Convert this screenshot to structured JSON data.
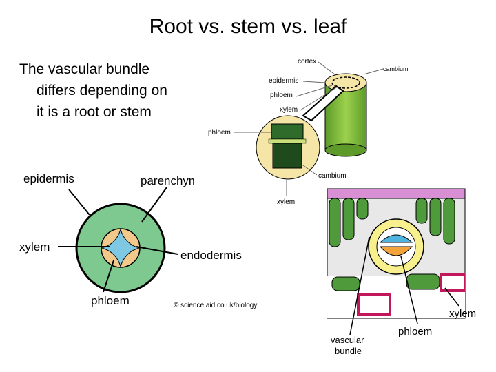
{
  "slide": {
    "title": "Root vs. stem vs. leaf",
    "body_lines": [
      "The vascular bundle",
      "differs depending on",
      "it is a root or stem"
    ]
  },
  "root_diagram": {
    "labels": {
      "epidermis": "epidermis",
      "parenchyma": "parenchyma",
      "xylem": "xylem",
      "endodermis": "endodermis",
      "phloem": "phloem"
    },
    "credit": "© science aid.co.uk/biology",
    "colors": {
      "cortex": "#7ec98f",
      "xylem": "#7ec8e3",
      "phloem": "#f3c98b"
    }
  },
  "stem_diagram": {
    "labels": {
      "cortex": "cortex",
      "cambium_top": "cambium",
      "epidermis": "epidermis",
      "phloem_top": "phloem",
      "xylem_top": "xylem",
      "phloem_left": "phloem",
      "cambium_bottom": "cambium",
      "xylem_bottom": "xylem"
    },
    "colors": {
      "stem": "#8cc63f",
      "ground": "#f5e6a8",
      "phloem": "#2f6b2a"
    }
  },
  "leaf_diagram": {
    "labels": {
      "xylem": "xylem",
      "phloem": "phloem",
      "vascular_bundle_1": "vascular",
      "vascular_bundle_2": "bundle"
    }
  }
}
